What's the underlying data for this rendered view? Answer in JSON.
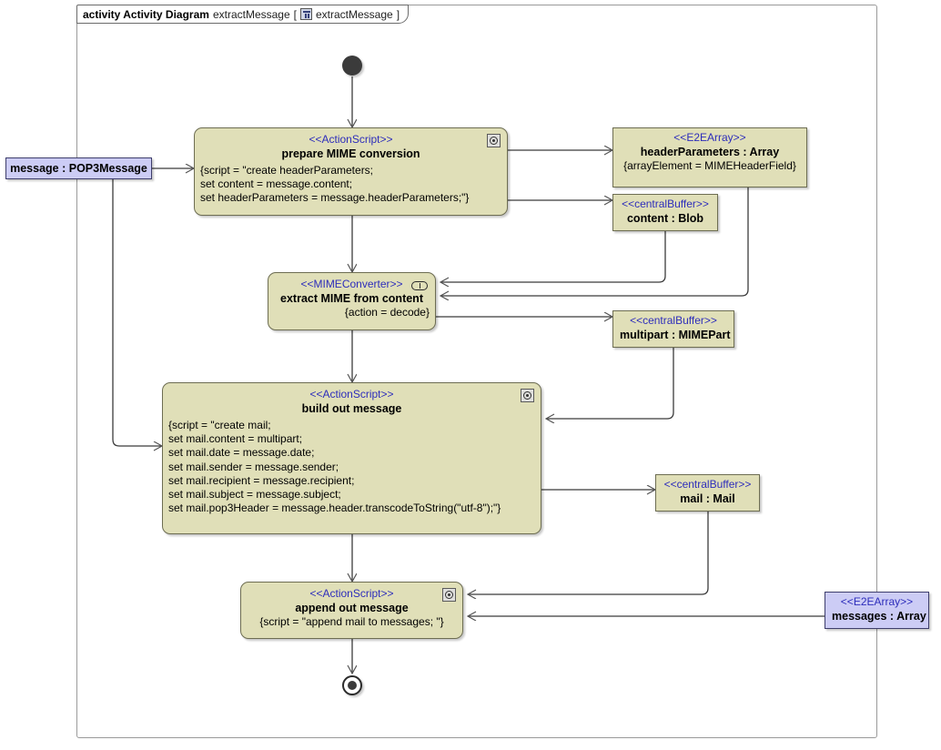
{
  "frame": {
    "keyword": "activity Activity Diagram",
    "name": "extractMessage",
    "bracket_open": "[",
    "icon": "activity-diagram-icon",
    "scoped_name": "extractMessage",
    "bracket_close": "]"
  },
  "colors": {
    "node_fill": "#e0dfb8",
    "node_border": "#6d6d52",
    "object_fill": "#ccccf5",
    "object_border": "#3d3d6b",
    "stereotype_text": "#2d2dbb",
    "connector": "#3b3b3b",
    "canvas": "#ffffff"
  },
  "nodes": {
    "initial": {
      "name": "initial-node"
    },
    "final": {
      "name": "activity-final-node"
    },
    "prepare_mime": {
      "stereotype": "<<ActionScript>>",
      "name": "prepare MIME conversion",
      "body": "{script = \"create headerParameters;\nset content = message.content;\nset headerParameters = message.headerParameters;\"}",
      "icon": "script-gear-icon"
    },
    "extract_mime": {
      "stereotype": "<<MIMEConverter>>",
      "name": "extract MIME from content",
      "body": "{action = decode}",
      "icon": "behavior-pill-icon"
    },
    "build_out": {
      "stereotype": "<<ActionScript>>",
      "name": "build out message",
      "body": "{script = \"create mail;\nset mail.content = multipart;\nset mail.date = message.date;\nset mail.sender = message.sender;\nset mail.recipient = message.recipient;\nset mail.subject = message.subject;\nset mail.pop3Header = message.header.transcodeToString(\"utf-8\");\"}",
      "icon": "script-gear-icon"
    },
    "append_out": {
      "stereotype": "<<ActionScript>>",
      "name": "append out message",
      "body": "{script = \"append mail to messages; \"}",
      "icon": "script-gear-icon"
    }
  },
  "objects": {
    "message_pin": {
      "label": "message : POP3Message"
    },
    "header_params": {
      "stereotype": "<<E2EArray>>",
      "name": "headerParameters : Array",
      "constraint": "{arrayElement = MIMEHeaderField}"
    },
    "content_blob": {
      "stereotype": "<<centralBuffer>>",
      "name": "content : Blob"
    },
    "multipart": {
      "stereotype": "<<centralBuffer>>",
      "name": "multipart : MIMEPart"
    },
    "mail": {
      "stereotype": "<<centralBuffer>>",
      "name": "mail : Mail"
    },
    "messages": {
      "stereotype": "<<E2EArray>>",
      "name": "messages : Array"
    }
  }
}
